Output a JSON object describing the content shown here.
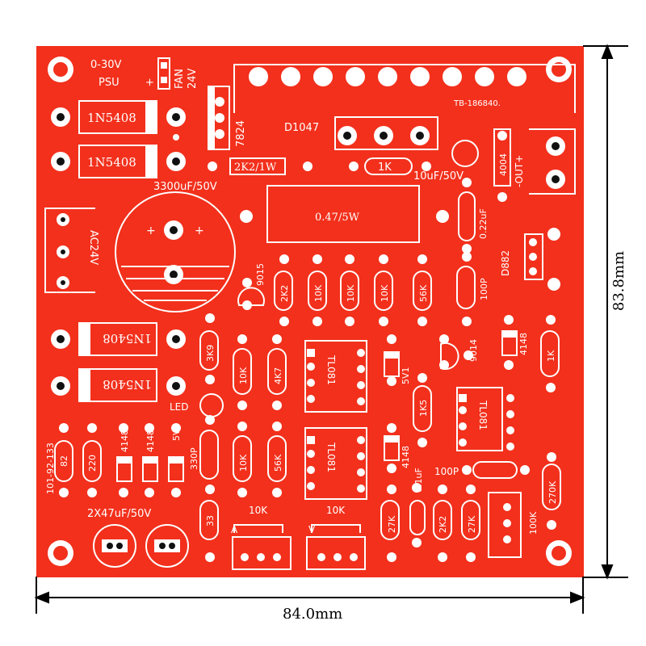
{
  "colors": {
    "board": "#f2301c",
    "silk": "#ffffff",
    "pad": "#ffffff",
    "hole": "#111111",
    "dimension": "#000000"
  },
  "board_labels": {
    "psu_range": "0-30V",
    "psu": "PSU",
    "fan": "FAN",
    "fan_voltage": "24V",
    "plus": "+",
    "diode_top_1": "1N5408",
    "diode_top_2": "1N5408",
    "regulator": "7824",
    "heatsink_ref": "TB-186840.",
    "transistor_power": "D1047",
    "res_2k2_1w": "2K2/1W",
    "res_1k_top": "1K",
    "cap_10uf": "10uF/50V",
    "diode_4004": "4004",
    "out_plus": "-OUT+",
    "cap_3300uf": "3300uF/50V",
    "res_shunt": "0.47/5W",
    "ac24v": "AC24V",
    "cap_022uf": "0.22uF",
    "transistor_d882": "D882",
    "transistor_9015": "9015",
    "res_2k2_a": "2K2",
    "res_10k_a": "10K",
    "res_10k_b": "10K",
    "res_10k_c": "10K",
    "res_56k_a": "56K",
    "cap_100p_a": "100P",
    "diode_bot_1": "1N5408",
    "diode_bot_2": "1N5408",
    "res_3k9": "3K9",
    "res_10k_d": "10K",
    "res_4k7": "4K7",
    "ic_1": "TL081",
    "ic_2": "TL081",
    "ic_3": "TL081",
    "zener_5v1_a": "5V1",
    "transistor_9014": "9014",
    "diode_4148_a": "4148",
    "res_1k_right": "1K",
    "led": "LED",
    "res_1k5": "1K5",
    "board_code": "101-92-133",
    "res_82": "82",
    "res_220": "220",
    "diode_4148_b": "4148",
    "diode_4148_c": "4148",
    "zener_5v1_b": "5V1",
    "cap_330p": "330P",
    "res_10k_e": "10K",
    "res_56k_b": "56K",
    "diode_4148_d": "4148",
    "cap_01uf": "0.1uF",
    "cap_100p_b": "100P",
    "res_270k": "270K",
    "res_100k": "100K",
    "cap_2x47uf": "2X47uF/50V",
    "res_33": "33",
    "pot_a_value": "10K",
    "pot_a_label": "A",
    "pot_v_value": "10K",
    "pot_v_label": "V",
    "res_27k_a": "27K",
    "res_2k2_b": "2K2",
    "res_27k_b": "27K"
  },
  "dimensions": {
    "width_label": "84.0mm",
    "height_label": "83.8mm"
  }
}
